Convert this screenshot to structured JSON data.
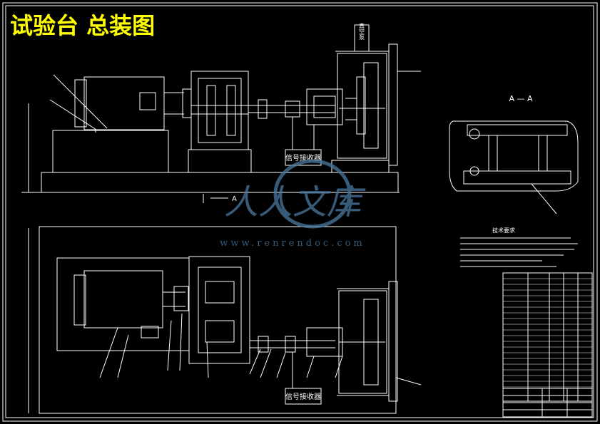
{
  "title": "试验台 总装图",
  "labels": {
    "vacuum_pump": "真空泵",
    "signal_receiver_top": "信号接收器",
    "signal_receiver_bottom": "信号接收器",
    "section_view": "A — A",
    "section_marker": "A",
    "tech_requirements_heading": "技术要求"
  },
  "watermark": {
    "brand": "人人文库",
    "url": "www.renrendoc.com"
  },
  "colors": {
    "line": "#ffffff",
    "title": "#ffff00",
    "background": "#000000",
    "watermark": "#4a7aa0"
  }
}
